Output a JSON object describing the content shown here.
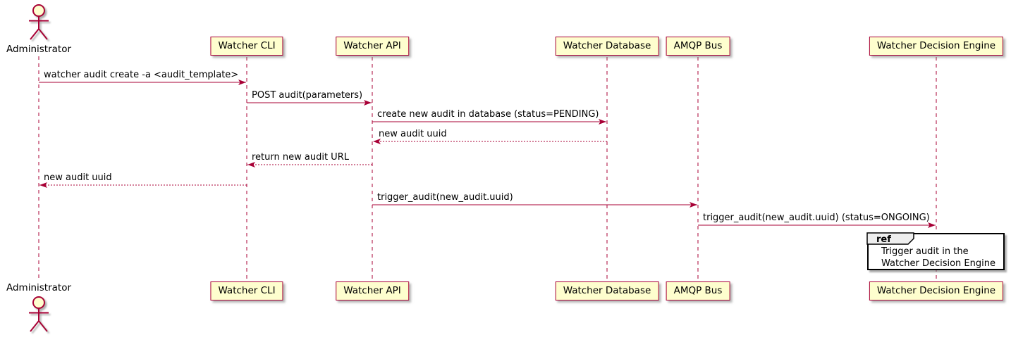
{
  "diagram": {
    "type": "sequence",
    "actor": {
      "name": "Administrator"
    },
    "participants": [
      {
        "name": "Watcher CLI"
      },
      {
        "name": "Watcher API"
      },
      {
        "name": "Watcher Database"
      },
      {
        "name": "AMQP Bus"
      },
      {
        "name": "Watcher Decision Engine"
      }
    ],
    "messages": [
      {
        "from": "Administrator",
        "to": "Watcher CLI",
        "label": "watcher audit create -a <audit_template>",
        "style": "solid"
      },
      {
        "from": "Watcher CLI",
        "to": "Watcher API",
        "label": "POST audit(parameters)",
        "style": "solid"
      },
      {
        "from": "Watcher API",
        "to": "Watcher Database",
        "label": "create new audit in database (status=PENDING)",
        "style": "solid"
      },
      {
        "from": "Watcher Database",
        "to": "Watcher API",
        "label": "new audit uuid",
        "style": "dashed"
      },
      {
        "from": "Watcher API",
        "to": "Watcher CLI",
        "label": "return new audit URL",
        "style": "dashed"
      },
      {
        "from": "Watcher CLI",
        "to": "Administrator",
        "label": "new audit uuid",
        "style": "dashed"
      },
      {
        "from": "Watcher API",
        "to": "AMQP Bus",
        "label": "trigger_audit(new_audit.uuid)",
        "style": "solid"
      },
      {
        "from": "AMQP Bus",
        "to": "Watcher Decision Engine",
        "label": "trigger_audit(new_audit.uuid) (status=ONGOING)",
        "style": "solid"
      }
    ],
    "ref": {
      "keyword": "ref",
      "lines": [
        "Trigger audit in the",
        "Watcher Decision Engine"
      ]
    },
    "colors": {
      "participant_fill": "#FEFECE",
      "stroke": "#A80036",
      "text": "#000000",
      "ref_tab_fill": "#EEEEEE",
      "ref_border": "#000000"
    }
  }
}
